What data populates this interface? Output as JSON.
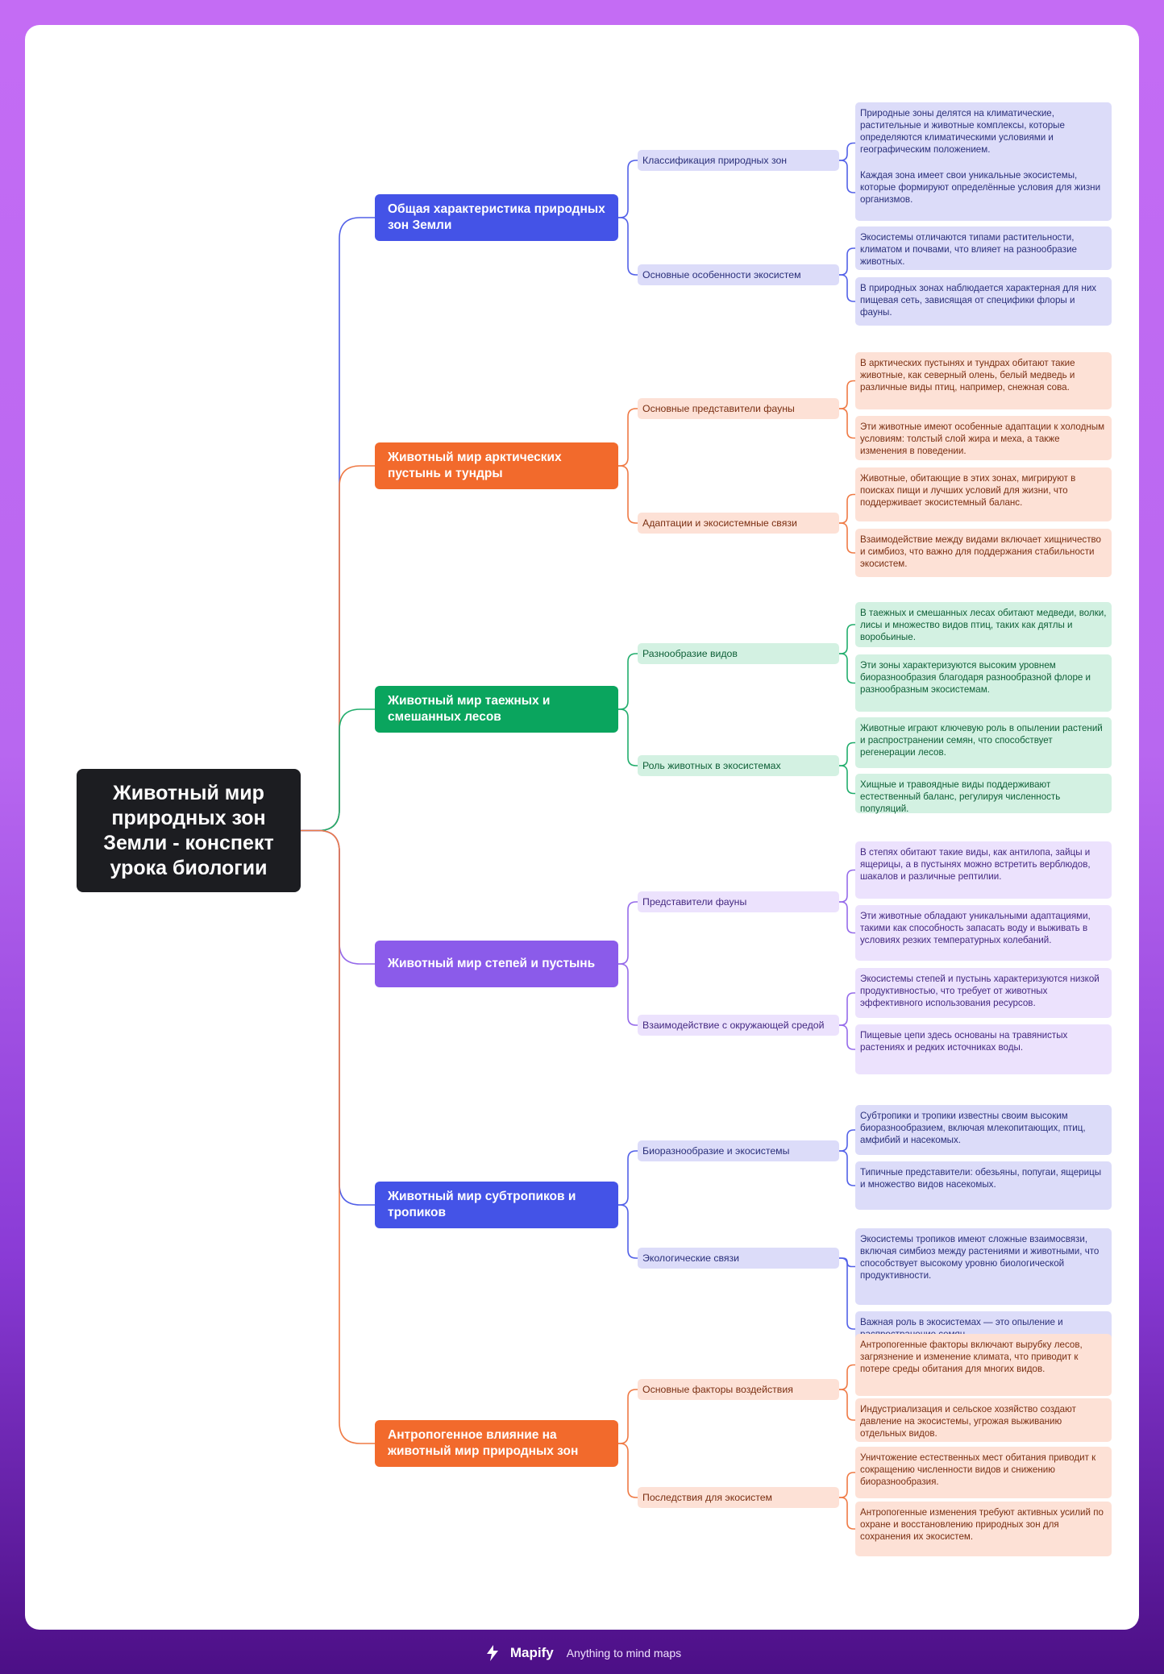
{
  "root": {
    "title": "Животный мир природных зон Земли - конспект урока биологии"
  },
  "colors": {
    "blue": {
      "main": "#4453e7",
      "light": "#dcdcf9",
      "line": "#5260e8",
      "text": "#2a2f7a"
    },
    "orange": {
      "main": "#f26a2c",
      "light": "#fde1d6",
      "line": "#ef7a45",
      "text": "#7a2f12"
    },
    "green": {
      "main": "#0aa55e",
      "light": "#d3f1e2",
      "line": "#21ad6c",
      "text": "#0e5f37"
    },
    "purple": {
      "main": "#8b5bea",
      "light": "#ece2fd",
      "line": "#956aea",
      "text": "#432880"
    }
  },
  "branches": [
    {
      "title": "Общая характеристика природных зон Земли",
      "color": "blue",
      "subs": [
        {
          "title": "Классификация природных зон",
          "details": [
            "Природные зоны делятся на климатические, растительные и животные комплексы, которые определяются климатическими условиями и географическим положением.",
            "Каждая зона имеет свои уникальные экосистемы, которые формируют определённые условия для жизни организмов."
          ]
        },
        {
          "title": "Основные особенности экосистем",
          "details": [
            "Экосистемы отличаются типами растительности, климатом и почвами, что влияет на разнообразие животных.",
            "В природных зонах наблюдается характерная для них пищевая сеть, зависящая от специфики флоры и фауны."
          ]
        }
      ]
    },
    {
      "title": "Животный мир арктических пустынь и тундры",
      "color": "orange",
      "subs": [
        {
          "title": "Основные представители фауны",
          "details": [
            "В арктических пустынях и тундрах обитают такие животные, как северный олень, белый медведь и различные виды птиц, например, снежная сова.",
            "Эти животные имеют особенные адаптации к холодным условиям: толстый слой жира и меха, а также изменения в поведении."
          ]
        },
        {
          "title": "Адаптации и экосистемные связи",
          "details": [
            "Животные, обитающие в этих зонах, мигрируют в поисках пищи и лучших условий для жизни, что поддерживает экосистемный баланс.",
            "Взаимодействие между видами включает хищничество и симбиоз, что важно для поддержания стабильности экосистем."
          ]
        }
      ]
    },
    {
      "title": "Животный мир таежных и смешанных лесов",
      "color": "green",
      "subs": [
        {
          "title": "Разнообразие видов",
          "details": [
            "В таежных и смешанных лесах обитают медведи, волки, лисы и множество видов птиц, таких как дятлы и воробьиные.",
            "Эти зоны характеризуются высоким уровнем биоразнообразия благодаря разнообразной флоре и разнообразным экосистемам."
          ]
        },
        {
          "title": "Роль животных в экосистемах",
          "details": [
            "Животные играют ключевую роль в опылении растений и распространении семян, что способствует регенерации лесов.",
            "Хищные и травоядные виды поддерживают естественный баланс, регулируя численность популяций."
          ]
        }
      ]
    },
    {
      "title": "Животный мир степей и пустынь",
      "color": "purple",
      "subs": [
        {
          "title": "Представители фауны",
          "details": [
            "В степях обитают такие виды, как антилопа, зайцы и ящерицы, а в пустынях можно встретить верблюдов, шакалов и различные рептилии.",
            "Эти животные обладают уникальными адаптациями, такими как способность запасать воду и выживать в условиях резких температурных колебаний."
          ]
        },
        {
          "title": "Взаимодействие с окружающей средой",
          "details": [
            "Экосистемы степей и пустынь характеризуются низкой продуктивностью, что требует от животных эффективного использования ресурсов.",
            "Пищевые цепи здесь основаны на травянистых растениях и редких источниках воды."
          ]
        }
      ]
    },
    {
      "title": "Животный мир субтропиков и тропиков",
      "color": "blue",
      "subs": [
        {
          "title": "Биоразнообразие и экосистемы",
          "details": [
            "Субтропики и тропики известны своим высоким биоразнообразием, включая млекопитающих, птиц, амфибий и насекомых.",
            "Типичные представители: обезьяны, попугаи, ящерицы и множество видов насекомых."
          ]
        },
        {
          "title": "Экологические связи",
          "details": [
            "Экосистемы тропиков имеют сложные взаимосвязи, включая симбиоз между растениями и животными, что способствует высокому уровню биологической продуктивности.",
            "Важная роль в экосистемах — это опыление и распространение семян."
          ]
        }
      ]
    },
    {
      "title": "Антропогенное влияние на животный мир природных зон",
      "color": "orange",
      "subs": [
        {
          "title": "Основные факторы воздействия",
          "details": [
            "Антропогенные факторы включают вырубку лесов, загрязнение и изменение климата, что приводит к потере среды обитания для многих видов.",
            "Индустриализация и сельское хозяйство создают давление на экосистемы, угрожая выживанию отдельных видов."
          ]
        },
        {
          "title": "Последствия для экосистем",
          "details": [
            "Уничтожение естественных мест обитания приводит к сокращению численности видов и снижению биоразнообразия.",
            "Антропогенные изменения требуют активных усилий по охране и восстановлению природных зон для сохранения их экосистем."
          ]
        }
      ]
    }
  ],
  "footer": {
    "brand": "Mapify",
    "tagline": "Anything to mind maps"
  }
}
